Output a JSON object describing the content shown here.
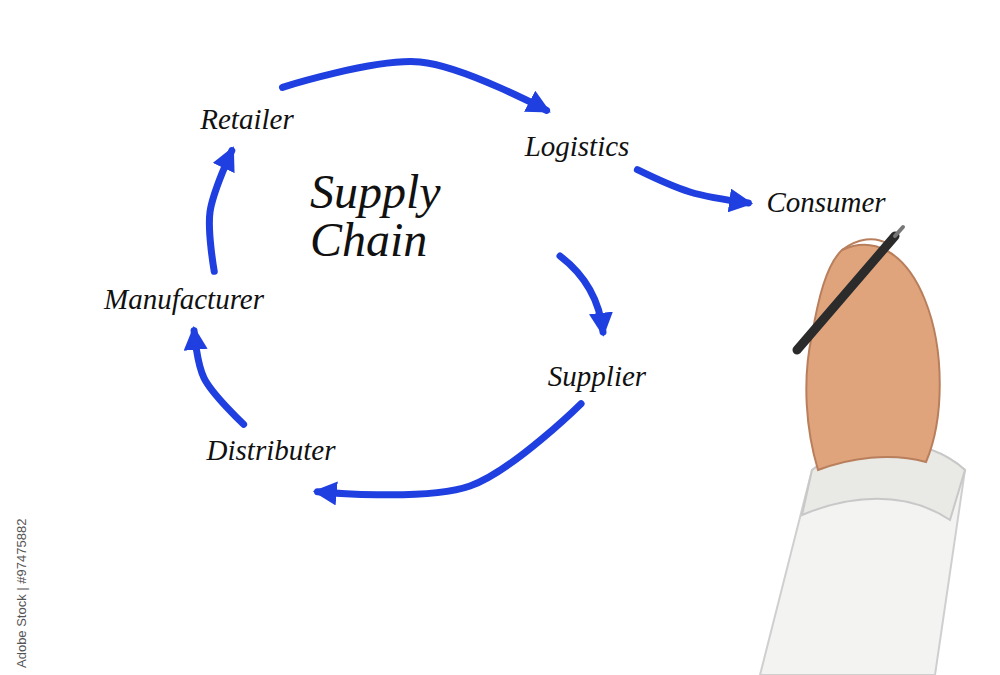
{
  "diagram": {
    "title": "Supply Chain",
    "nodes": [
      {
        "text": [
          "Retailer"
        ]
      },
      {
        "text": [
          "Logistics"
        ]
      },
      {
        "text": [
          "Consumer"
        ]
      },
      {
        "text": [
          "Manufacturer"
        ]
      },
      {
        "text": [
          "Supplier"
        ]
      },
      {
        "text": [
          "Distributer"
        ]
      }
    ],
    "edges": [
      {
        "from": 4,
        "to": 5,
        "arrow": "to"
      },
      {
        "from": 5,
        "to": 3,
        "arrow": "to"
      },
      {
        "from": 3,
        "to": 0,
        "arrow": "to"
      },
      {
        "from": 0,
        "to": 1,
        "arrow": "to"
      },
      {
        "from": 1,
        "to": 2,
        "arrow": "to"
      }
    ],
    "labels": [
      "Adobe Stock | #97475882"
    ]
  }
}
